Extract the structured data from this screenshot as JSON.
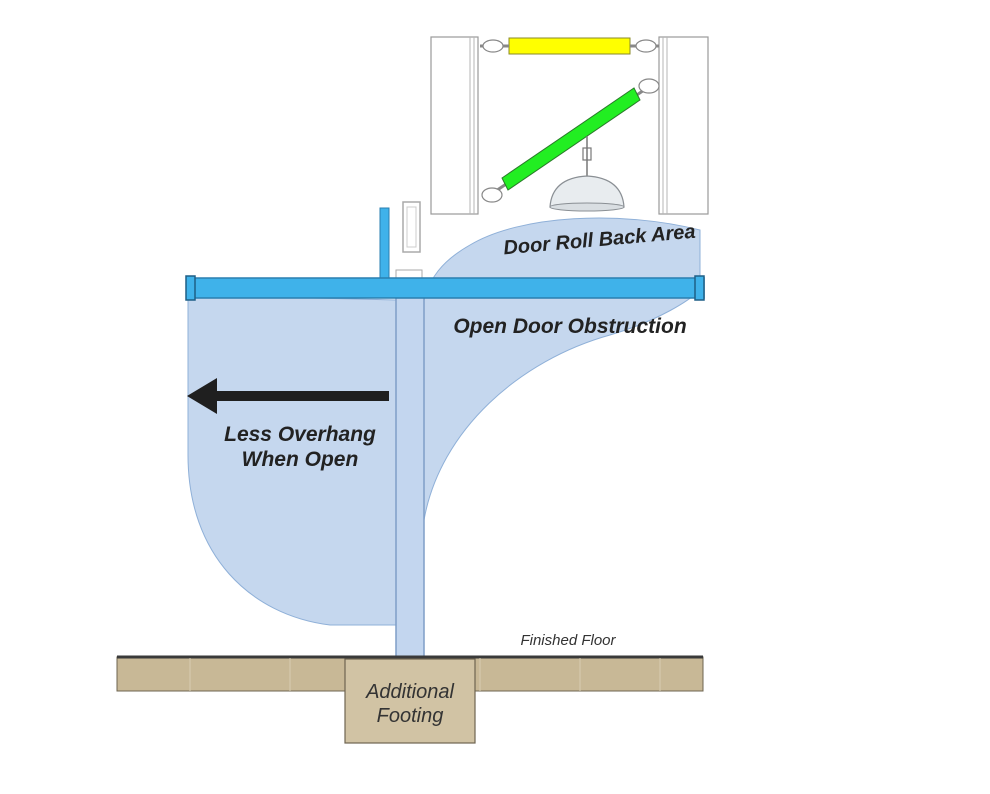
{
  "labels": {
    "door_roll_back_area": "Door Roll Back Area",
    "open_door_obstruction": "Open Door Obstruction",
    "less_overhang_line1": "Less Overhang",
    "less_overhang_line2": "When Open",
    "finished_floor": "Finished Floor",
    "additional_footing_line1": "Additional",
    "additional_footing_line2": "Footing"
  },
  "colors": {
    "swing_area": "#c5d7ee",
    "swing_area_edge": "#8fb0d8",
    "header_beam": "#3fb2ea",
    "column": "#c3d6ef",
    "floor": "#c8b896",
    "footing": "#d1c3a4",
    "brace_top": "#ffff00",
    "brace_diagonal": "#22ee22",
    "arrow": "#1f1f1f"
  }
}
